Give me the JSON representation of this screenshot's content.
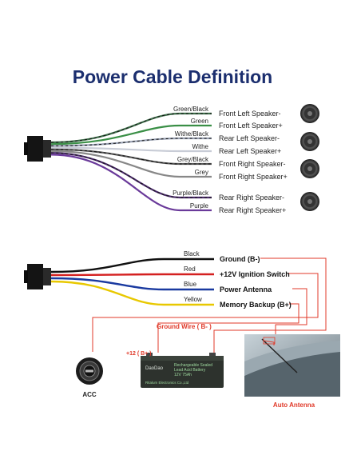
{
  "title": "Power Cable Definition",
  "speaker_wires": [
    {
      "wire": "Green/Black",
      "func": "Front Left Speaker-",
      "color": "#3e6e4a",
      "dashed": true
    },
    {
      "wire": "Green",
      "func": "Front Left Speaker+",
      "color": "#3a8f46",
      "dashed": false
    },
    {
      "wire": "Withe/Black",
      "func": "Rear Left Speaker-",
      "color": "#9aa2b4",
      "dashed": true
    },
    {
      "wire": "Withe",
      "func": "Rear Left Speaker+",
      "color": "#c8ccd6",
      "dashed": false
    },
    {
      "wire": "Grey/Black",
      "func": "Front Right Speaker-",
      "color": "#555555",
      "dashed": true
    },
    {
      "wire": "Grey",
      "func": "Front Right Speaker+",
      "color": "#888888",
      "dashed": false
    },
    {
      "wire": "Purple/Black",
      "func": "Rear Right Speaker-",
      "color": "#4a2a6a",
      "dashed": true
    },
    {
      "wire": "Purple",
      "func": "Rear Right Speaker+",
      "color": "#6a3a9a",
      "dashed": false
    }
  ],
  "power_wires": [
    {
      "wire": "Black",
      "func": "Ground (B-)",
      "color": "#111111"
    },
    {
      "wire": "Red",
      "func": "+12V Ignition Switch",
      "color": "#d42020"
    },
    {
      "wire": "Blue",
      "func": "Power Antenna",
      "color": "#1a3aa0"
    },
    {
      "wire": "Yellow",
      "func": "Memory Backup (B+)",
      "color": "#e8c800"
    }
  ],
  "labels": {
    "ground_wire": "Ground Wire ( B- )",
    "plus12": "+12 ( B+ )",
    "acc": "ACC",
    "auto_antenna": "Auto Antenna",
    "battery_brand": "DaoDao",
    "battery_line1": "Rechargeable Sealed",
    "battery_line2": "Lead Acid Battery",
    "battery_line3": "12V 75Ah",
    "battery_maker": "Ritalum Electronics Co.,Ltd"
  },
  "colors": {
    "title": "#1b2e6e",
    "guide": "#e03a2a"
  }
}
